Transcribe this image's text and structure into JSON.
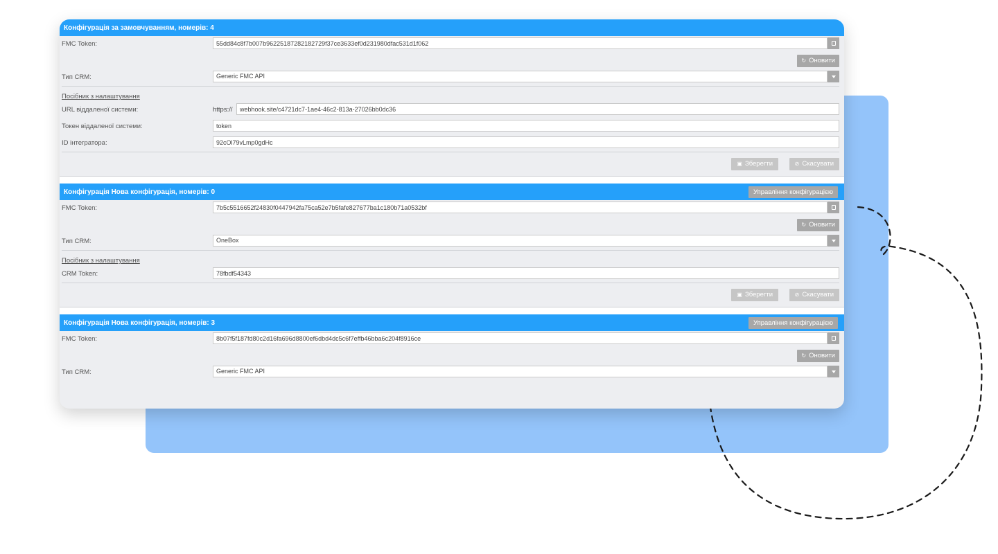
{
  "labels": {
    "fmc_token": "FMC Token:",
    "crm_type": "Тип CRM:",
    "guide_link": "Посібник з налаштування",
    "remote_url": "URL віддаленої системи:",
    "remote_token": "Токен віддаленої системи:",
    "integrator_id": "ID інтегратора:",
    "crm_token": "CRM Token:",
    "url_prefix": "https://"
  },
  "buttons": {
    "refresh": "Оновити",
    "save": "Зберегти",
    "cancel": "Скасувати",
    "manage": "Управління конфігурацією"
  },
  "icons": {
    "copy": "copy-icon",
    "refresh": "refresh-icon",
    "save": "floppy-disk-icon",
    "cancel": "cancel-circle-icon",
    "dropdown": "chevron-down-icon"
  },
  "colors": {
    "header": "#25a0fa",
    "panel": "#edeef1",
    "button": "#a7a7a7",
    "button_disabled": "#c6c6c6",
    "backdrop": "#94c4fa"
  },
  "sections": [
    {
      "title": "Конфігурація за замовчуванням, номерів: 4",
      "fmc_token": "55dd84c8f7b007b96225187282182729f37ce3633ef0d231980dfac531d1f062",
      "crm_type": "Generic FMC API",
      "remote_url": "webhook.site/c4721dc7-1ae4-46c2-813a-27026bb0dc36",
      "remote_token": "token",
      "integrator_id": "92cOl79vLmp0gdHc"
    },
    {
      "title": "Конфігурація Нова конфігурація, номерів: 0",
      "fmc_token": "7b5c5516652f24830f0447942fa75ca52e7b5fafe827677ba1c180b71a0532bf",
      "crm_type": "OneBox",
      "crm_token": "78fbdf54343"
    },
    {
      "title": "Конфігурація Нова конфігурація, номерів: 3",
      "fmc_token": "8b07f5f187fd80c2d16fa696d8800ef6dbd4dc5c6f7effb46bba6c204f8916ce",
      "crm_type": "Generic FMC API"
    }
  ]
}
